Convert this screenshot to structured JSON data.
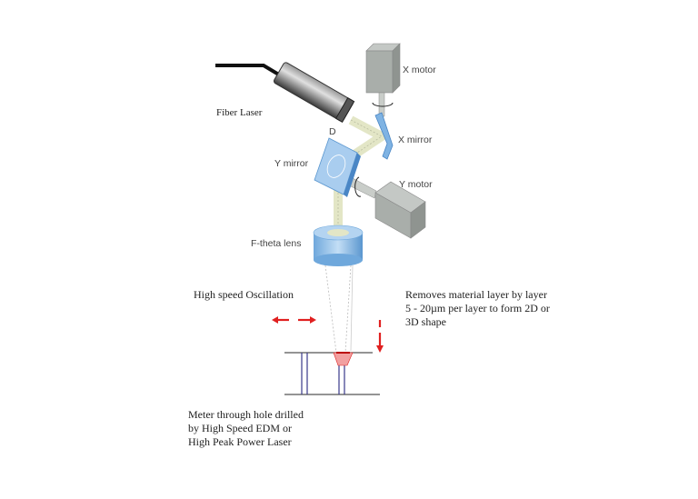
{
  "labels": {
    "fiber_laser": "Fiber Laser",
    "d": "D",
    "x_motor": "X motor",
    "x_mirror": "X mirror",
    "y_mirror": "Y mirror",
    "y_motor": "Y motor",
    "f_theta_lens": "F-theta lens"
  },
  "annotations": {
    "oscillation": "High speed Oscillation",
    "removes": [
      "Removes material layer by layer",
      "5 - 20µm per layer to form 2D or",
      "3D shape"
    ],
    "meter": [
      "Meter through hole drilled",
      "by High Speed EDM or",
      "High Peak Power Laser"
    ]
  },
  "colors": {
    "mirror": "#8fbfe8",
    "beam": "#e9ecd0",
    "arrow": "#e02020",
    "motor": "#a9aeaa"
  }
}
